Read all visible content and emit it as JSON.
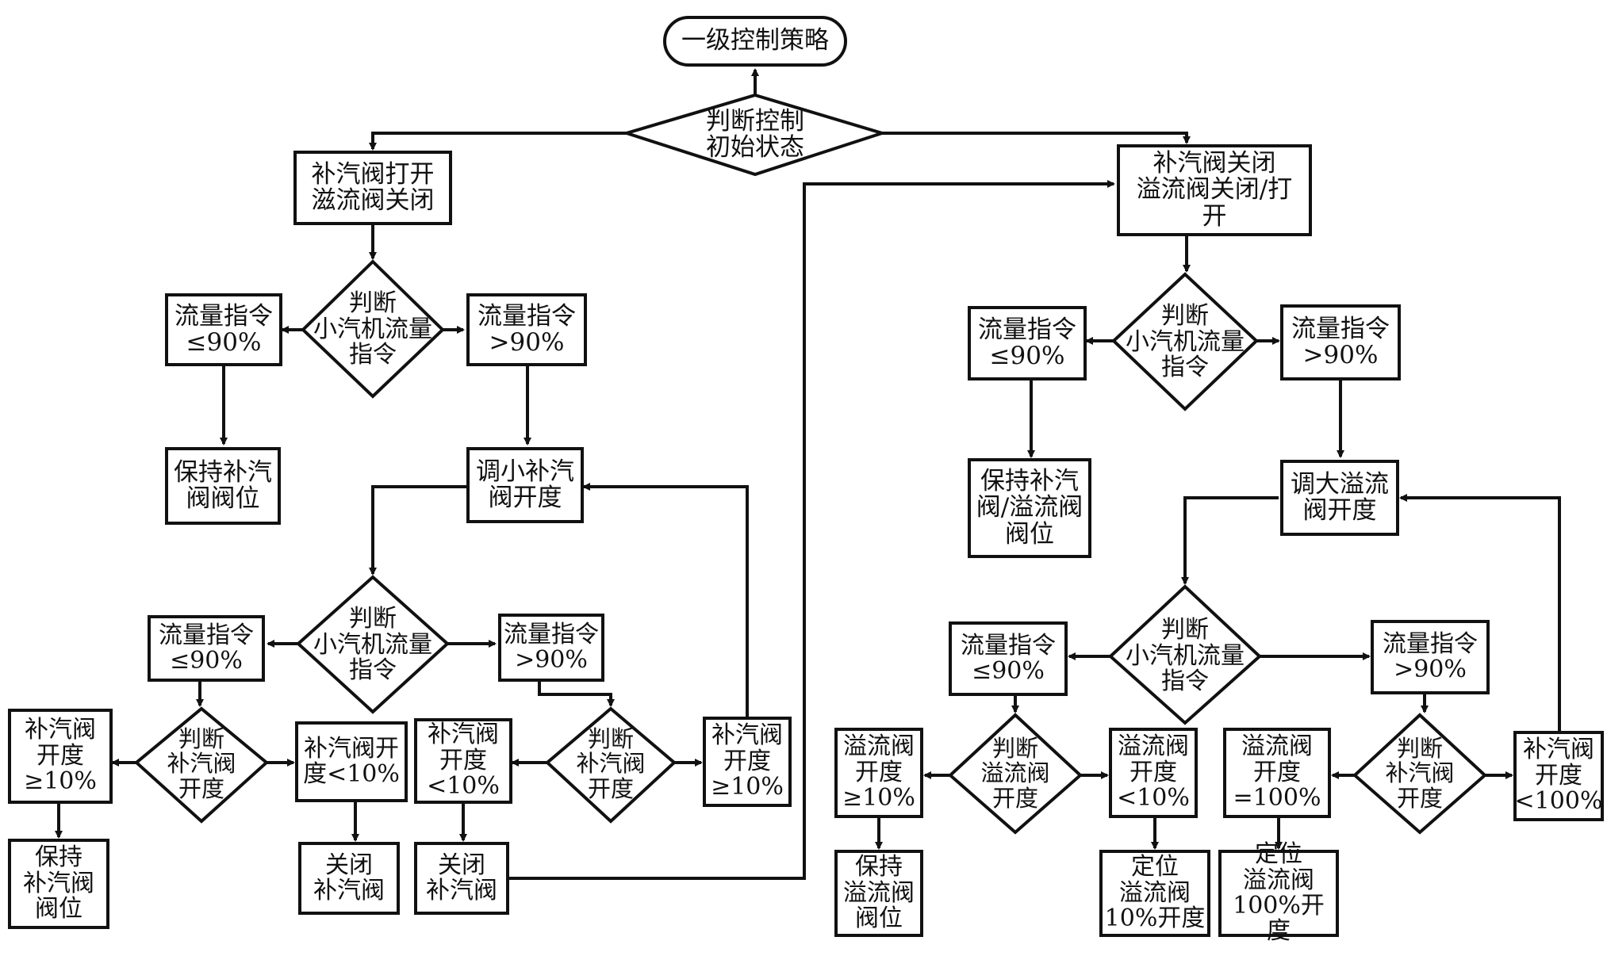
{
  "nodes": {
    "start": "一级控制策略",
    "d_init": "判断控制\n初始状态",
    "left_state": "补汽阀打开\n滋流阀关闭",
    "right_state": "补汽阀关闭\n溢流阀关闭/打\n开",
    "l_d1": "判断\n小汽机流量\n指令",
    "l_f1_le": "流量指令\n≤90%",
    "l_f1_gt": "流量指令\n>90%",
    "l_hold1": "保持补汽\n阀阀位",
    "l_adjust": "调小补汽\n阀开度",
    "l_d2": "判断\n小汽机流量\n指令",
    "l_f2_le": "流量指令\n≤90%",
    "l_f2_gt": "流量指令\n>90%",
    "l_d3a": "判断\n补汽阀\n开度",
    "l_ge10_a": "补汽阀\n开度\n≥10%",
    "l_lt10_a": "补汽阀开\n度<10%",
    "l_hold2": "保持\n补汽阀\n阀位",
    "l_close_a": "关闭\n补汽阀",
    "l_d3b": "判断\n补汽阀\n开度",
    "l_lt10_b": "补汽阀\n开度\n<10%",
    "l_ge10_b": "补汽阀\n开度\n≥10%",
    "l_close_b": "关闭\n补汽阀",
    "r_d1": "判断\n小汽机流量\n指令",
    "r_f1_le": "流量指令\n≤90%",
    "r_f1_gt": "流量指令\n>90%",
    "r_hold1": "保持补汽\n阀/溢流阀\n阀位",
    "r_adjust": "调大溢流\n阀开度",
    "r_d2": "判断\n小汽机流量\n指令",
    "r_f2_le": "流量指令\n≤90%",
    "r_f2_gt": "流量指令\n>90%",
    "r_d3a": "判断\n溢流阀\n开度",
    "r_ge10": "溢流阀\n开度\n≥10%",
    "r_lt10": "溢流阀\n开度\n<10%",
    "r_hold2": "保持\n溢流阀\n阀位",
    "r_pos10": "定位\n溢流阀\n10%开度",
    "r_d3b": "判断\n补汽阀\n开度",
    "r_eq100": "溢流阀\n开度\n=100%",
    "r_lt100": "补汽阀\n开度\n<100%",
    "r_pos100": "定位\n溢流阀\n100%开度"
  }
}
